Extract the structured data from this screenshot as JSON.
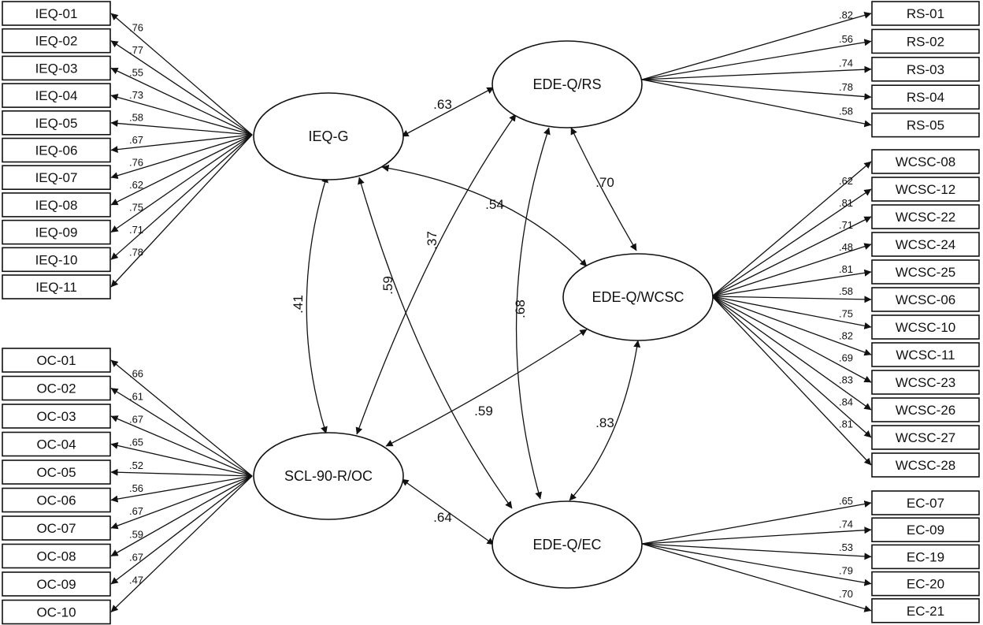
{
  "diagram": {
    "latents": [
      {
        "id": "ieq",
        "label": "IEQ-G"
      },
      {
        "id": "scl",
        "label": "SCL-90-R/OC"
      },
      {
        "id": "rs",
        "label": "EDE-Q/RS"
      },
      {
        "id": "wcsc",
        "label": "EDE-Q/WCSC"
      },
      {
        "id": "ec",
        "label": "EDE-Q/EC"
      }
    ],
    "indicator_groups": [
      {
        "latent": "ieq",
        "side": "left",
        "items": [
          "IEQ-01",
          "IEQ-02",
          "IEQ-03",
          "IEQ-04",
          "IEQ-05",
          "IEQ-06",
          "IEQ-07",
          "IEQ-08",
          "IEQ-09",
          "IEQ-10",
          "IEQ-11"
        ],
        "loadings": [
          ".76",
          ".77",
          ".55",
          ".73",
          ".58",
          ".67",
          ".76",
          ".62",
          ".75",
          ".71",
          ".78"
        ]
      },
      {
        "latent": "scl",
        "side": "left",
        "items": [
          "OC-01",
          "OC-02",
          "OC-03",
          "OC-04",
          "OC-05",
          "OC-06",
          "OC-07",
          "OC-08",
          "OC-09",
          "OC-10"
        ],
        "loadings": [
          ".66",
          ".61",
          ".67",
          ".65",
          ".52",
          ".56",
          ".67",
          ".59",
          ".67",
          ".47"
        ]
      },
      {
        "latent": "rs",
        "side": "right",
        "items": [
          "RS-01",
          "RS-02",
          "RS-03",
          "RS-04",
          "RS-05"
        ],
        "loadings": [
          ".82",
          ".56",
          ".74",
          ".78",
          ".58"
        ]
      },
      {
        "latent": "wcsc",
        "side": "right",
        "items": [
          "WCSC-08",
          "WCSC-12",
          "WCSC-22",
          "WCSC-24",
          "WCSC-25",
          "WCSC-06",
          "WCSC-10",
          "WCSC-11",
          "WCSC-23",
          "WCSC-26",
          "WCSC-27",
          "WCSC-28"
        ],
        "loadings": [
          ".62",
          ".81",
          ".71",
          ".48",
          ".81",
          ".58",
          ".75",
          ".82",
          ".69",
          ".83",
          ".84",
          ".81"
        ]
      },
      {
        "latent": "ec",
        "side": "right",
        "items": [
          "EC-07",
          "EC-09",
          "EC-19",
          "EC-20",
          "EC-21"
        ],
        "loadings": [
          ".65",
          ".74",
          ".53",
          ".79",
          ".70"
        ]
      }
    ],
    "correlations": [
      {
        "from": "ieq",
        "to": "rs",
        "value": ".63"
      },
      {
        "from": "ieq",
        "to": "scl",
        "value": ".41"
      },
      {
        "from": "ieq",
        "to": "wcsc",
        "value": ".54"
      },
      {
        "from": "ieq",
        "to": "ec",
        "value": ".59"
      },
      {
        "from": "scl",
        "to": "rs",
        "value": ".37"
      },
      {
        "from": "scl",
        "to": "wcsc",
        "value": ".59"
      },
      {
        "from": "scl",
        "to": "ec",
        "value": ".64"
      },
      {
        "from": "rs",
        "to": "wcsc",
        "value": ".70"
      },
      {
        "from": "rs",
        "to": "ec",
        "value": ".68"
      },
      {
        "from": "wcsc",
        "to": "ec",
        "value": ".83"
      }
    ]
  }
}
